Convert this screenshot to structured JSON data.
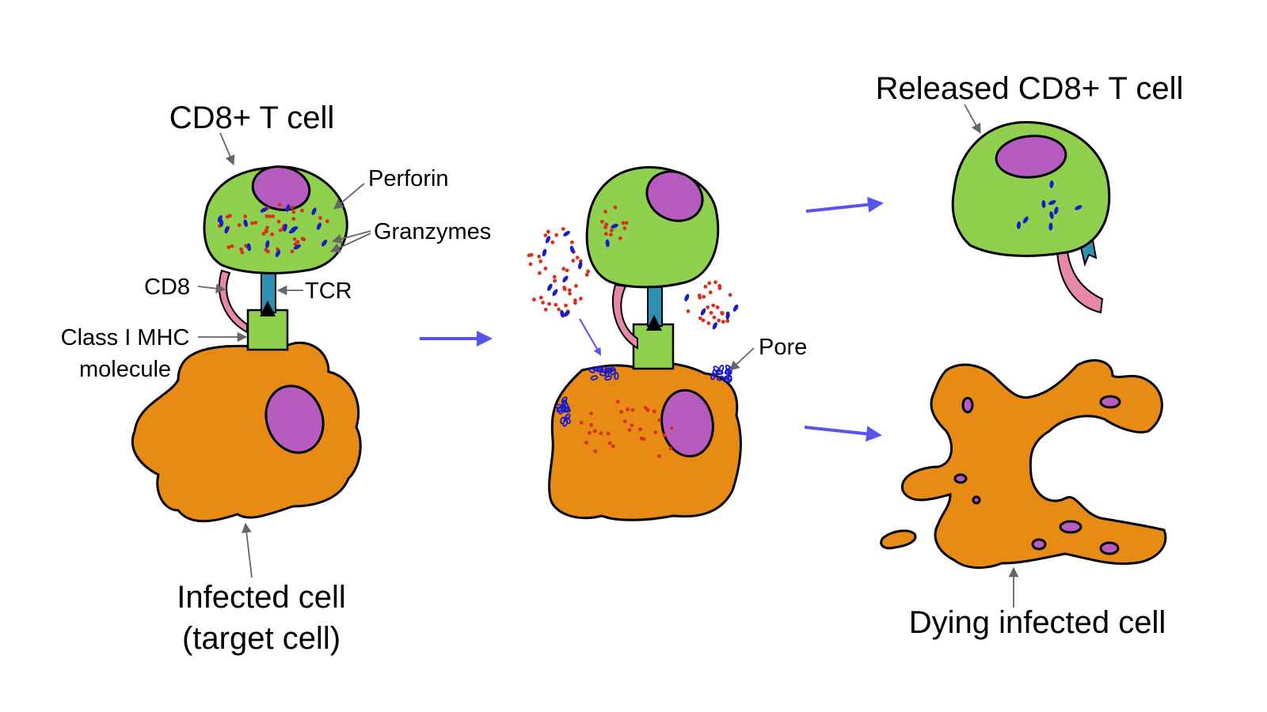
{
  "panel_1": {
    "t_cell_label": "CD8+ T cell",
    "perforin_label": "Perforin",
    "granzymes_label": "Granzymes",
    "cd8_label": "CD8",
    "tcr_label": "TCR",
    "mhc_label_line1": "Class I MHC",
    "mhc_label_line2": "molecule",
    "infected_label_line1": "Infected cell",
    "infected_label_line2": "(target cell)"
  },
  "panel_2": {
    "pore_label": "Pore"
  },
  "panel_3": {
    "released_label": "Released CD8+ T cell",
    "dying_label": "Dying infected cell"
  },
  "colors": {
    "t_cell": "#8fd14f",
    "infected_cell": "#e88b14",
    "nucleus": "#b65cbf",
    "cd8": "#e888a8",
    "tcr": "#2e8fb3",
    "perforin": "#1a1acc",
    "granzyme": "#d9301a",
    "flow_arrow": "#5555ee"
  }
}
